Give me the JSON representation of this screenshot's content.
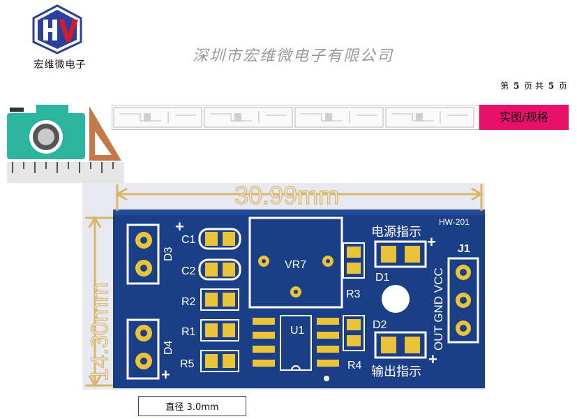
{
  "header": {
    "logo_text": "宏维微电子",
    "company_name": "深圳市宏维微电子有限公司",
    "page": {
      "prefix": "第",
      "current": "5",
      "mid": "页 共",
      "total": "5",
      "suffix": "页"
    }
  },
  "tab": {
    "label": "实图/规格"
  },
  "board": {
    "dim_width": "30.99mm",
    "dim_height": "14.30mm",
    "model": "HW-201",
    "labels": {
      "power_indicator": "电源指示",
      "output_indicator": "输出指示",
      "c1": "C1",
      "c2": "C2",
      "r1": "R1",
      "r2": "R2",
      "r3": "R3",
      "r4": "R4",
      "r5": "R5",
      "d1": "D1",
      "d2": "D2",
      "d3": "D3",
      "d4": "D4",
      "vr7": "VR7",
      "u1": "U1",
      "j1": "J1",
      "pins": "OUT GND VCC",
      "plus": "+"
    }
  },
  "caption": {
    "text": "直径 3.0mm"
  },
  "colors": {
    "accent": "#e8116a",
    "pcb": "#1b3f86",
    "pad": "#e9c33a",
    "dimension": "#d9b66a"
  }
}
